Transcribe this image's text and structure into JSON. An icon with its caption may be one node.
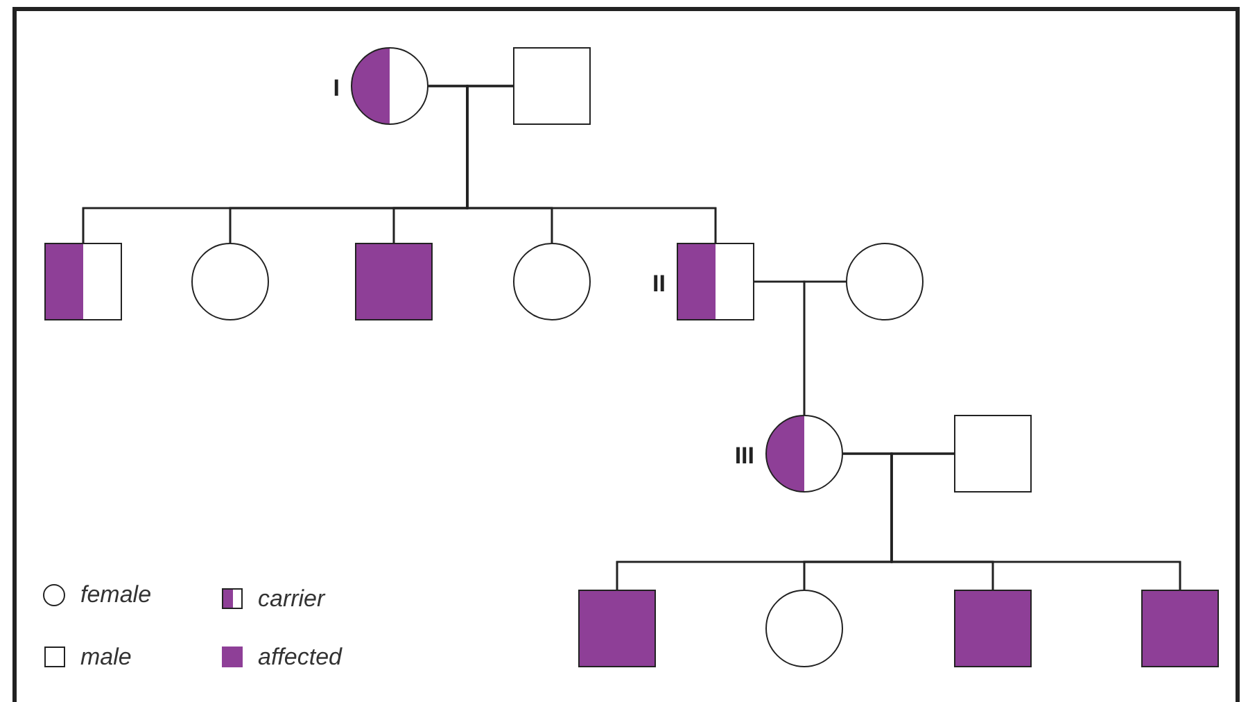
{
  "diagram": {
    "nodes": [
      {
        "text": [],
        "shape": "half-filled-circle",
        "beside": [
          "I"
        ]
      },
      {
        "text": [],
        "shape": "box"
      },
      {
        "text": [],
        "shape": "half-filled-box"
      },
      {
        "text": [],
        "shape": "circle"
      },
      {
        "text": [],
        "shape": "filled-box"
      },
      {
        "text": [],
        "shape": "circle"
      },
      {
        "text": [],
        "shape": "half-filled-box",
        "beside": [
          "II"
        ]
      },
      {
        "text": [],
        "shape": "circle"
      },
      {
        "text": [],
        "shape": "half-filled-circle",
        "beside": [
          "III"
        ]
      },
      {
        "text": [],
        "shape": "box"
      },
      {
        "text": [],
        "shape": "filled-box"
      },
      {
        "text": [],
        "shape": "circle"
      },
      {
        "text": [],
        "shape": "filled-box"
      },
      {
        "text": [],
        "shape": "filled-box"
      }
    ],
    "edges": [
      {
        "from": 0,
        "to": 1,
        "arrow": "none"
      },
      {
        "from": 0,
        "to": 2,
        "arrow": "none"
      },
      {
        "from": 0,
        "to": 3,
        "arrow": "none"
      },
      {
        "from": 0,
        "to": 4,
        "arrow": "none"
      },
      {
        "from": 0,
        "to": 5,
        "arrow": "none"
      },
      {
        "from": 0,
        "to": 6,
        "arrow": "none"
      },
      {
        "from": 1,
        "to": 2,
        "arrow": "none"
      },
      {
        "from": 1,
        "to": 3,
        "arrow": "none"
      },
      {
        "from": 1,
        "to": 4,
        "arrow": "none"
      },
      {
        "from": 1,
        "to": 5,
        "arrow": "none"
      },
      {
        "from": 1,
        "to": 6,
        "arrow": "none"
      },
      {
        "from": 6,
        "to": 7,
        "arrow": "none"
      },
      {
        "from": 6,
        "to": 8,
        "arrow": "none"
      },
      {
        "from": 7,
        "to": 8,
        "arrow": "none"
      },
      {
        "from": 8,
        "to": 9,
        "arrow": "none"
      },
      {
        "from": 8,
        "to": 10,
        "arrow": "none"
      },
      {
        "from": 8,
        "to": 11,
        "arrow": "none"
      },
      {
        "from": 8,
        "to": 12,
        "arrow": "none"
      },
      {
        "from": 8,
        "to": 13,
        "arrow": "none"
      },
      {
        "from": 9,
        "to": 10,
        "arrow": "none"
      },
      {
        "from": 9,
        "to": 11,
        "arrow": "none"
      },
      {
        "from": 9,
        "to": 12,
        "arrow": "none"
      },
      {
        "from": 9,
        "to": 13,
        "arrow": "none"
      }
    ],
    "legend": [
      {
        "text": "female"
      },
      {
        "text": "carrier"
      },
      {
        "text": "male"
      },
      {
        "text": "affected",
        "color": "#8e3f97"
      }
    ]
  }
}
